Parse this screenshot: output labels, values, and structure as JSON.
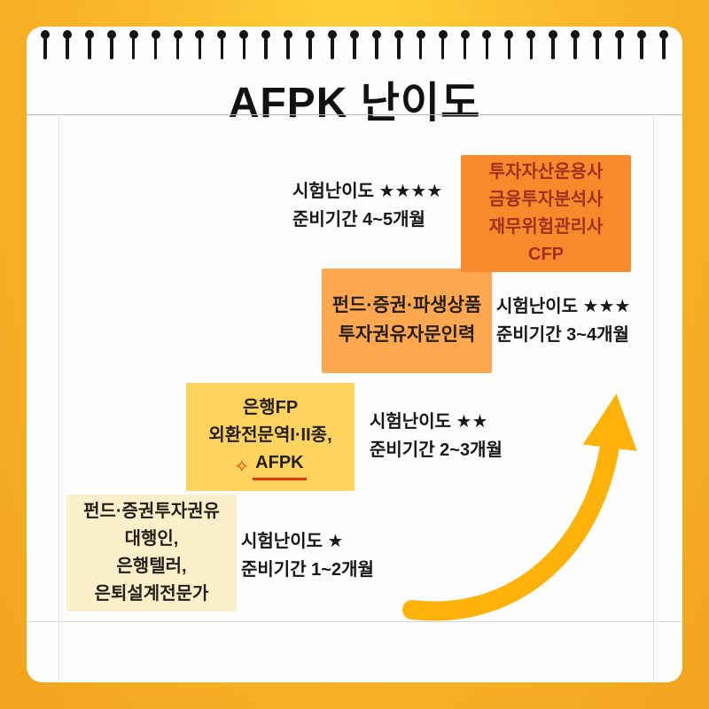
{
  "title": "AFPK 난이도",
  "icons": {
    "sparkle": "✧"
  },
  "binding": {
    "pin_count": 29
  },
  "colors": {
    "boxes": [
      "#fbf0c9",
      "#ffd45e",
      "#ffa84f",
      "#f98a2b"
    ],
    "arrow": "#ffb30a",
    "accent_red": "#e8380d",
    "top_box_text": "#a3301f",
    "background_top": "#ffd23a",
    "background_edge": "#f2a31f"
  },
  "levels": [
    {
      "lines": [
        "펀드·증권투자권유",
        "대행인,",
        "은행텔러,",
        "은퇴설계전문가"
      ],
      "difficulty": "시험난이도 ★",
      "period": "준비기간 1~2개월"
    },
    {
      "lines": [
        "은행FP",
        "외환전문역I·II종,",
        "AFPK"
      ],
      "difficulty": "시험난이도 ★★",
      "period": "준비기간 2~3개월"
    },
    {
      "lines": [
        "펀드·증권·파생상품",
        "투자권유자문인력"
      ],
      "difficulty": "시험난이도 ★★★",
      "period": "준비기간 3~4개월"
    },
    {
      "lines": [
        "투자자산운용사",
        "금융투자분석사",
        "재무위험관리사",
        "CFP"
      ],
      "difficulty": "시험난이도 ★★★★",
      "period": "준비기간 4~5개월"
    }
  ]
}
